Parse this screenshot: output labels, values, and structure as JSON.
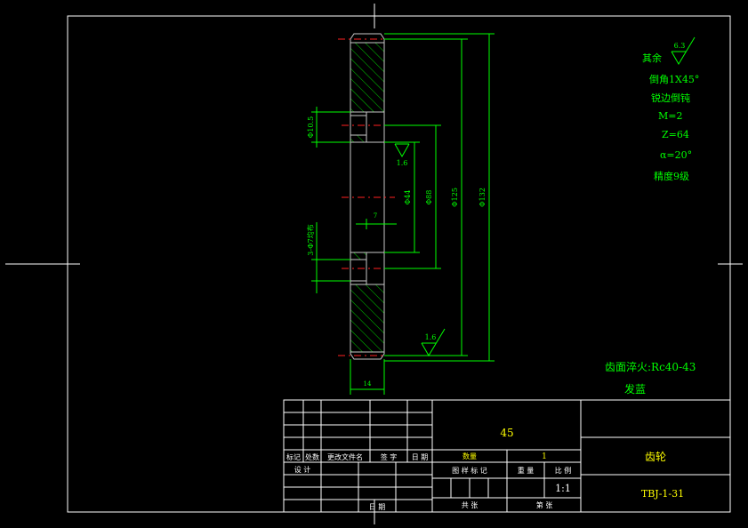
{
  "notes": {
    "rest_label": "其余",
    "rest_roughness": "6.3",
    "chamfer": "倒角1X45°",
    "edge_deburr": "锐边倒钝",
    "module": "M=2",
    "teeth": "Z=64",
    "pressure_angle": "α=20°",
    "precision": "精度9级",
    "hardening": "齿面淬火:Rc40-43",
    "blackening": "发蓝"
  },
  "dimensions": {
    "hub_hole": "Φ10.5",
    "holes": "3-Φ7均布",
    "bore": "Φ44",
    "hub_dia": "Φ88",
    "root_dia": "Φ125",
    "tip_dia": "Φ132",
    "width": "14",
    "key": "7",
    "roughness_bore": "1.6",
    "roughness_face": "1.6"
  },
  "title_block": {
    "material": "45",
    "part_name": "齿轮",
    "drawing_no": "TBJ-1-31",
    "scale": "1:1",
    "quantity_label": "数量",
    "quantity": "1",
    "weight_label": "重 量",
    "scale_label": "比 例",
    "stage_label": "图 样 标 记",
    "sheet_total": "共    张",
    "sheet_no": "第    张",
    "mark": "标记",
    "count": "处数",
    "change_doc": "更改文件名",
    "signature": "签 字",
    "date": "日 期",
    "design": "设 计",
    "date2": "日 期"
  }
}
